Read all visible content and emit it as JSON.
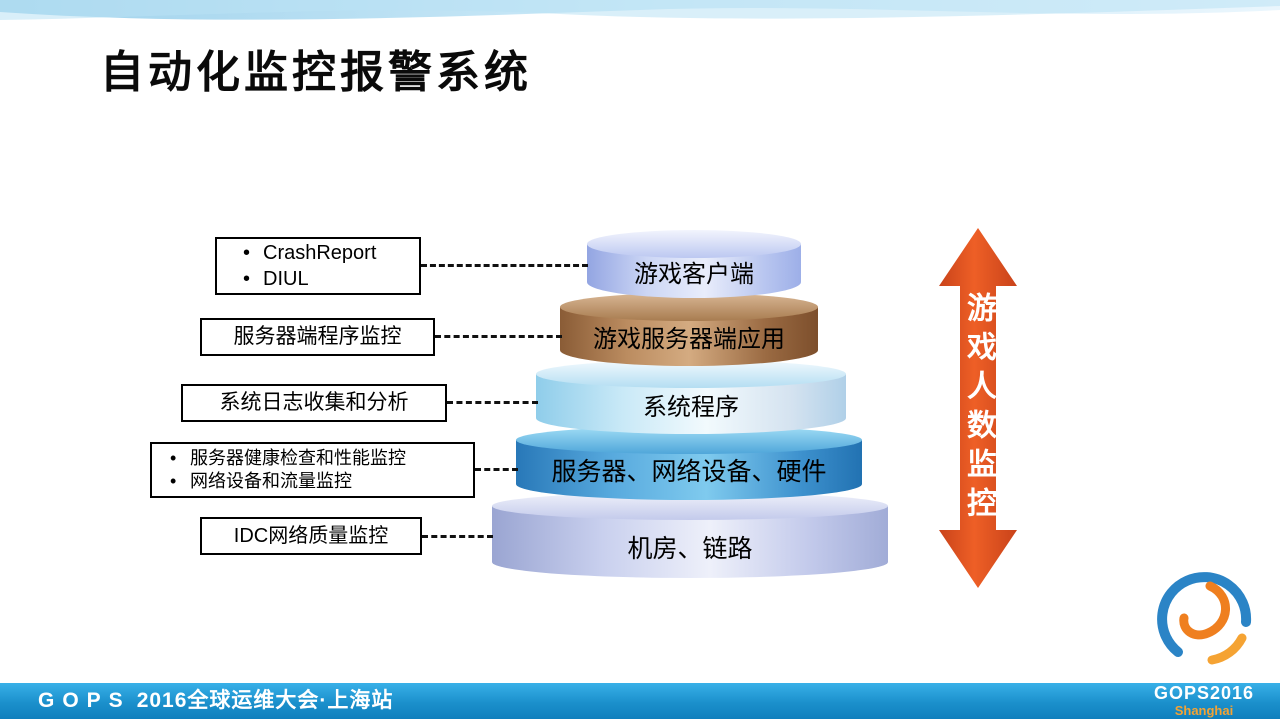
{
  "slide": {
    "title": "自动化监控报警系统"
  },
  "pyramid": {
    "layers": [
      {
        "label": "游戏客户端"
      },
      {
        "label": "游戏服务器端应用"
      },
      {
        "label": "系统程序"
      },
      {
        "label": "服务器、网络设备、硬件"
      },
      {
        "label": "机房、链路"
      }
    ]
  },
  "annotations": [
    {
      "lines": [
        "CrashReport",
        "DIUL"
      ]
    },
    {
      "lines": [
        "服务器端程序监控"
      ]
    },
    {
      "lines": [
        "系统日志收集和分析"
      ]
    },
    {
      "lines": [
        "服务器健康检查和性能监控",
        "网络设备和流量监控"
      ]
    },
    {
      "lines": [
        "IDC网络质量监控"
      ]
    }
  ],
  "arrow": {
    "label": "游戏人数监控",
    "color": "#dd4b1d"
  },
  "footer": {
    "brand": "GOPS",
    "text": "2016全球运维大会·上海站"
  },
  "logo": {
    "title": "GOPS2016",
    "subtitle": "Shanghai",
    "blue": "#2b84c6",
    "orange": "#ef7f1f"
  }
}
